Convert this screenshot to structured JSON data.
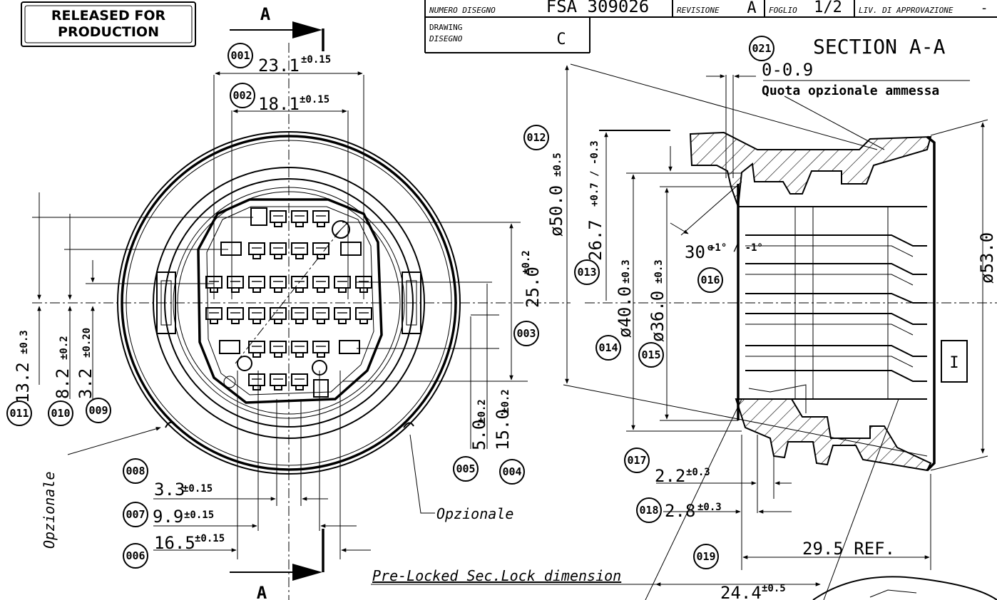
{
  "stamp": {
    "line1": "RELEASED FOR",
    "line2": "PRODUCTION"
  },
  "title_block": {
    "numero_disegno_label": "NUMERO DISEGNO",
    "drawing_number": "FSA 309026",
    "revisione_label": "REVISIONE",
    "revision": "A",
    "foglio_label": "FOGLIO",
    "sheet": "1/2",
    "approval_label": "LIV. DI APPROVAZIONE",
    "approval_value": "-",
    "drawing_label_en": "DRAWING",
    "drawing_label_it": "DISEGNO",
    "drawing_value": "C"
  },
  "section": {
    "marker": "A",
    "title": "SECTION A-A"
  },
  "notes": {
    "optional_dimension": "Quota opzionale ammessa",
    "opzionale": "Opzionale",
    "pre_locked": "Pre-Locked Sec.Lock dimension",
    "ref_box": "I"
  },
  "dimensions": [
    {
      "balloon": "001",
      "value": "23.1",
      "tol": "±0.15"
    },
    {
      "balloon": "002",
      "value": "18.1",
      "tol": "±0.15"
    },
    {
      "balloon": "003",
      "value": "25.0",
      "tol": "±0.2"
    },
    {
      "balloon": "004",
      "value": "15.0",
      "tol": "±0.2"
    },
    {
      "balloon": "005",
      "value": "5.0",
      "tol": "±0.2"
    },
    {
      "balloon": "006",
      "value": "16.5",
      "tol": "±0.15"
    },
    {
      "balloon": "007",
      "value": "9.9",
      "tol": "±0.15"
    },
    {
      "balloon": "008",
      "value": "3.3",
      "tol": "±0.15"
    },
    {
      "balloon": "009",
      "value": "3.2",
      "tol": "±0.20"
    },
    {
      "balloon": "010",
      "value": "8.2",
      "tol": "±0.2"
    },
    {
      "balloon": "011",
      "value": "13.2",
      "tol": "±0.3"
    },
    {
      "balloon": "012",
      "value": "ø50.0",
      "tol": "±0.5"
    },
    {
      "balloon": "013",
      "value": "26.7",
      "tol": "+0.7 / -0.3"
    },
    {
      "balloon": "014",
      "value": "ø40.0",
      "tol": "±0.3"
    },
    {
      "balloon": "015",
      "value": "ø36.0",
      "tol": "±0.3"
    },
    {
      "balloon": "016",
      "value": "30°",
      "tol": "+1° / -1°"
    },
    {
      "balloon": "017",
      "value": "2.2",
      "tol": "±0.3"
    },
    {
      "balloon": "018",
      "value": "2.8",
      "tol": "±0.3"
    },
    {
      "balloon": "019",
      "value": "24.4",
      "tol": "±0.5"
    },
    {
      "balloon": "021",
      "value": "0-0.9",
      "tol": ""
    },
    {
      "balloon": "",
      "value": "ø53.0",
      "tol": ""
    },
    {
      "balloon": "",
      "value": "29.5 REF.",
      "tol": ""
    }
  ]
}
